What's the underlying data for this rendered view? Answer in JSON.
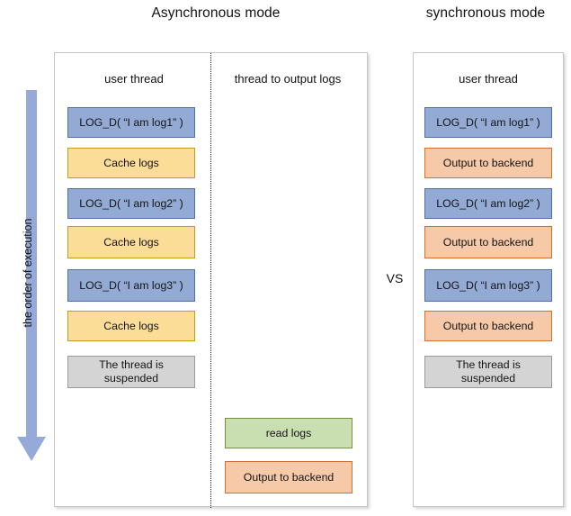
{
  "titles": {
    "async": "Asynchronous\nmode",
    "sync": "synchronous\nmode"
  },
  "vs_label": "VS",
  "order_arrow": {
    "label": "the order of execution",
    "direction": "down",
    "color": "#95aad8"
  },
  "colors": {
    "blue_fill": "#92aad4",
    "blue_border": "#4f6fa8",
    "yellow_fill": "#fcdd98",
    "yellow_border": "#c49b1c",
    "gray_fill": "#d4d4d4",
    "gray_border": "#9a9a9a",
    "orange_fill": "#f6c9a8",
    "orange_border": "#d3702b",
    "green_fill": "#c9dfb1",
    "green_border": "#78913f",
    "panel_border": "#c6c6c6",
    "divider": "#2b2b2b"
  },
  "async_panel": {
    "user_thread_header": "user thread",
    "output_logs_header": "thread to output logs",
    "user_thread_steps": [
      {
        "label": "LOG_D( “I am log1” )",
        "style": "blue"
      },
      {
        "label": "Cache logs",
        "style": "yellow"
      },
      {
        "label": "LOG_D( “I am log2” )",
        "style": "blue"
      },
      {
        "label": "Cache logs",
        "style": "yellow"
      },
      {
        "label": "LOG_D( “I am log3” )",
        "style": "blue"
      },
      {
        "label": "Cache logs",
        "style": "yellow"
      },
      {
        "label": "The thread is\nsuspended",
        "style": "gray"
      }
    ],
    "output_thread_steps": [
      {
        "label": "read logs",
        "style": "green"
      },
      {
        "label": "Output to backend",
        "style": "orange"
      }
    ]
  },
  "sync_panel": {
    "user_thread_header": "user thread",
    "user_thread_steps": [
      {
        "label": "LOG_D( “I am log1” )",
        "style": "blue"
      },
      {
        "label": "Output to backend",
        "style": "orange"
      },
      {
        "label": "LOG_D( “I am log2” )",
        "style": "blue"
      },
      {
        "label": "Output to backend",
        "style": "orange"
      },
      {
        "label": "LOG_D( “I am log3” )",
        "style": "blue"
      },
      {
        "label": "Output to backend",
        "style": "orange"
      },
      {
        "label": "The thread is\nsuspended",
        "style": "gray"
      }
    ]
  }
}
